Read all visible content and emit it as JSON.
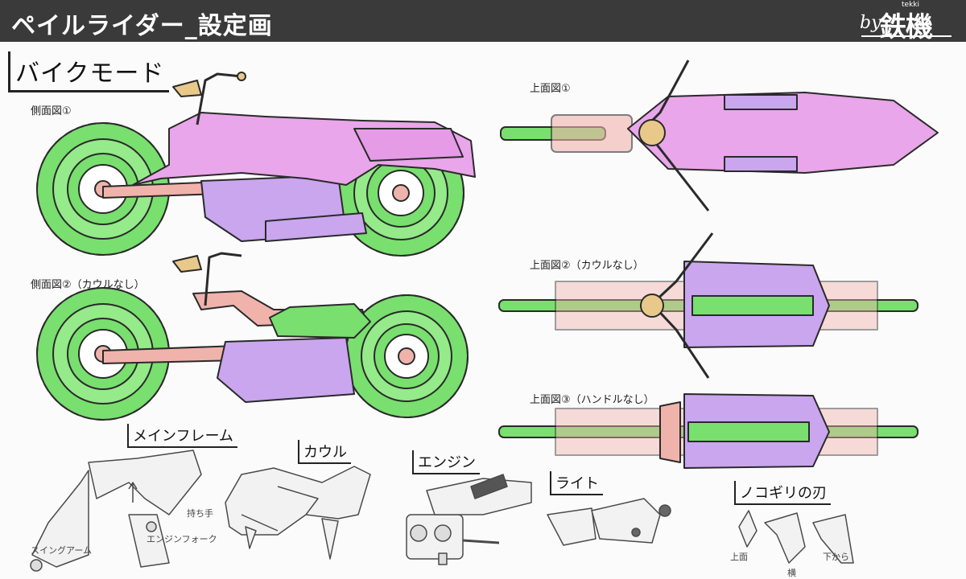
{
  "header": {
    "title": "ペイルライダー_設定画",
    "signature": {
      "by": "by",
      "name": "鉄機",
      "romaji": "tekki"
    }
  },
  "mode_label": "バイクモード",
  "views": {
    "side1": "側面図①",
    "side2": "側面図②（カウルなし）",
    "top1": "上面図①",
    "top2": "上面図②（カウルなし）",
    "top3": "上面図③（ハンドルなし）"
  },
  "parts": {
    "main_frame": "メインフレーム",
    "cowl": "カウル",
    "engine": "エンジン",
    "light": "ライト",
    "saw_blade": "ノコギリの刃"
  },
  "notes": {
    "swing_arm": "スイングアーム",
    "engine_fork": "エンジンフォーク",
    "grip": "持ち手",
    "top_view": "上面",
    "side_view": "横",
    "from_below": "下から"
  },
  "colors": {
    "header_bg": "#3a3a3a",
    "cowl_pink": "#e9a6ea",
    "frame_salmon": "#f0b3ac",
    "engine_purple": "#c9a6ee",
    "tire_green": "#79df6f",
    "accent_gold": "#e8c98a"
  }
}
